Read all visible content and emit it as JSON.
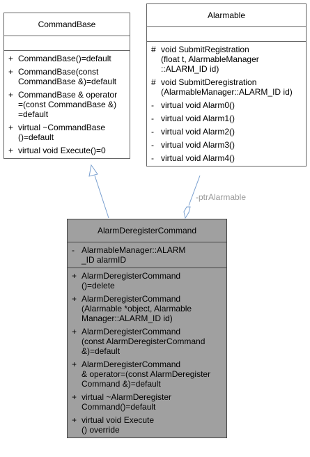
{
  "command_base": {
    "title": "CommandBase",
    "attributes": [],
    "methods": [
      {
        "vis": "+",
        "lines": [
          "CommandBase()=default"
        ]
      },
      {
        "vis": "+",
        "lines": [
          "CommandBase(const",
          "CommandBase &)=default"
        ]
      },
      {
        "vis": "+",
        "lines": [
          "CommandBase & operator",
          "=(const CommandBase &)",
          "=default"
        ]
      },
      {
        "vis": "+",
        "lines": [
          "virtual ~CommandBase",
          "()=default"
        ]
      },
      {
        "vis": "+",
        "lines": [
          "virtual void Execute()=0"
        ]
      }
    ]
  },
  "alarmable": {
    "title": "Alarmable",
    "attributes": [],
    "methods": [
      {
        "vis": "#",
        "lines": [
          "void SubmitRegistration",
          "(float t, AlarmableManager",
          "::ALARM_ID id)"
        ]
      },
      {
        "vis": "#",
        "lines": [
          "void SubmitDeregistration",
          "(AlarmableManager::ALARM_ID id)"
        ]
      },
      {
        "vis": "-",
        "lines": [
          "virtual void Alarm0()"
        ]
      },
      {
        "vis": "-",
        "lines": [
          "virtual void Alarm1()"
        ]
      },
      {
        "vis": "-",
        "lines": [
          "virtual void Alarm2()"
        ]
      },
      {
        "vis": "-",
        "lines": [
          "virtual void Alarm3()"
        ]
      },
      {
        "vis": "-",
        "lines": [
          "virtual void Alarm4()"
        ]
      }
    ]
  },
  "alarm_deregister_command": {
    "title": "AlarmDeregisterCommand",
    "attributes": [
      {
        "vis": "-",
        "lines": [
          "AlarmableManager::ALARM",
          "_ID alarmID"
        ]
      }
    ],
    "methods": [
      {
        "vis": "+",
        "lines": [
          "AlarmDeregisterCommand",
          "()=delete"
        ]
      },
      {
        "vis": "+",
        "lines": [
          "AlarmDeregisterCommand",
          "(Alarmable *object, Alarmable",
          "Manager::ALARM_ID id)"
        ]
      },
      {
        "vis": "+",
        "lines": [
          "AlarmDeregisterCommand",
          "(const AlarmDeregisterCommand",
          "&)=default"
        ]
      },
      {
        "vis": "+",
        "lines": [
          "AlarmDeregisterCommand",
          "& operator=(const AlarmDeregister",
          "Command &)=default"
        ]
      },
      {
        "vis": "+",
        "lines": [
          "virtual ~AlarmDeregister",
          "Command()=default"
        ]
      },
      {
        "vis": "+",
        "lines": [
          "virtual void Execute",
          "() override"
        ]
      }
    ]
  },
  "relation_label": "-ptrAlarmable",
  "colors": {
    "focus_fill": "#a0a0a0",
    "border": "#666666",
    "edge": "#7aa0d0",
    "label": "#999999"
  }
}
